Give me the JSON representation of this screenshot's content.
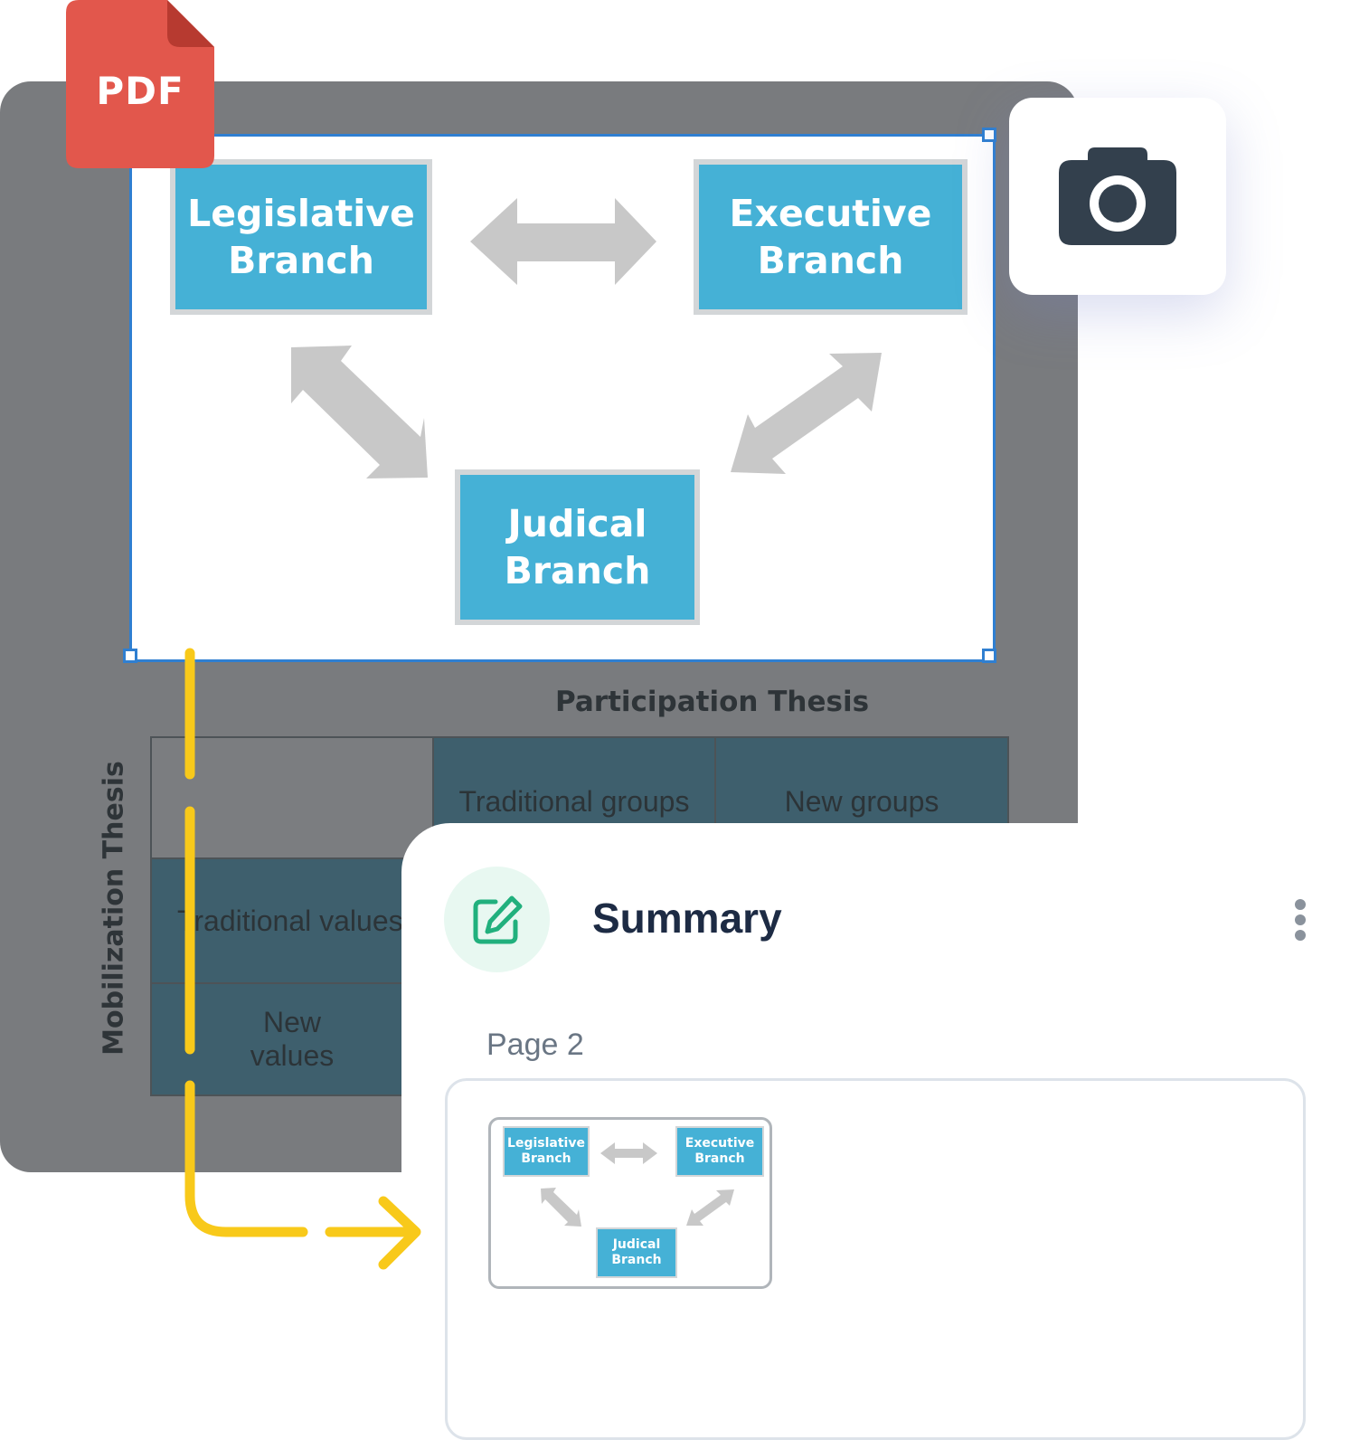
{
  "pdf_badge": {
    "label": "PDF",
    "color": "#e2574c"
  },
  "diagram": {
    "legislative": "Legislative\nBranch",
    "executive": "Executive\nBranch",
    "judical": "Judical\nBranch",
    "box_color": "#45b1d6",
    "arrow_color": "#c8c8c8"
  },
  "background_table": {
    "title": "Participation Thesis",
    "side_title": "Mobilization Thesis",
    "col_headers": [
      "Traditional groups",
      "New groups"
    ],
    "row_headers": [
      "Traditional values",
      "New\nvalues"
    ]
  },
  "camera": {
    "icon": "camera-icon"
  },
  "summary": {
    "title": "Summary",
    "page_label": "Page 2",
    "accent_color": "#21b07d"
  },
  "connector_color": "#f8c91a"
}
